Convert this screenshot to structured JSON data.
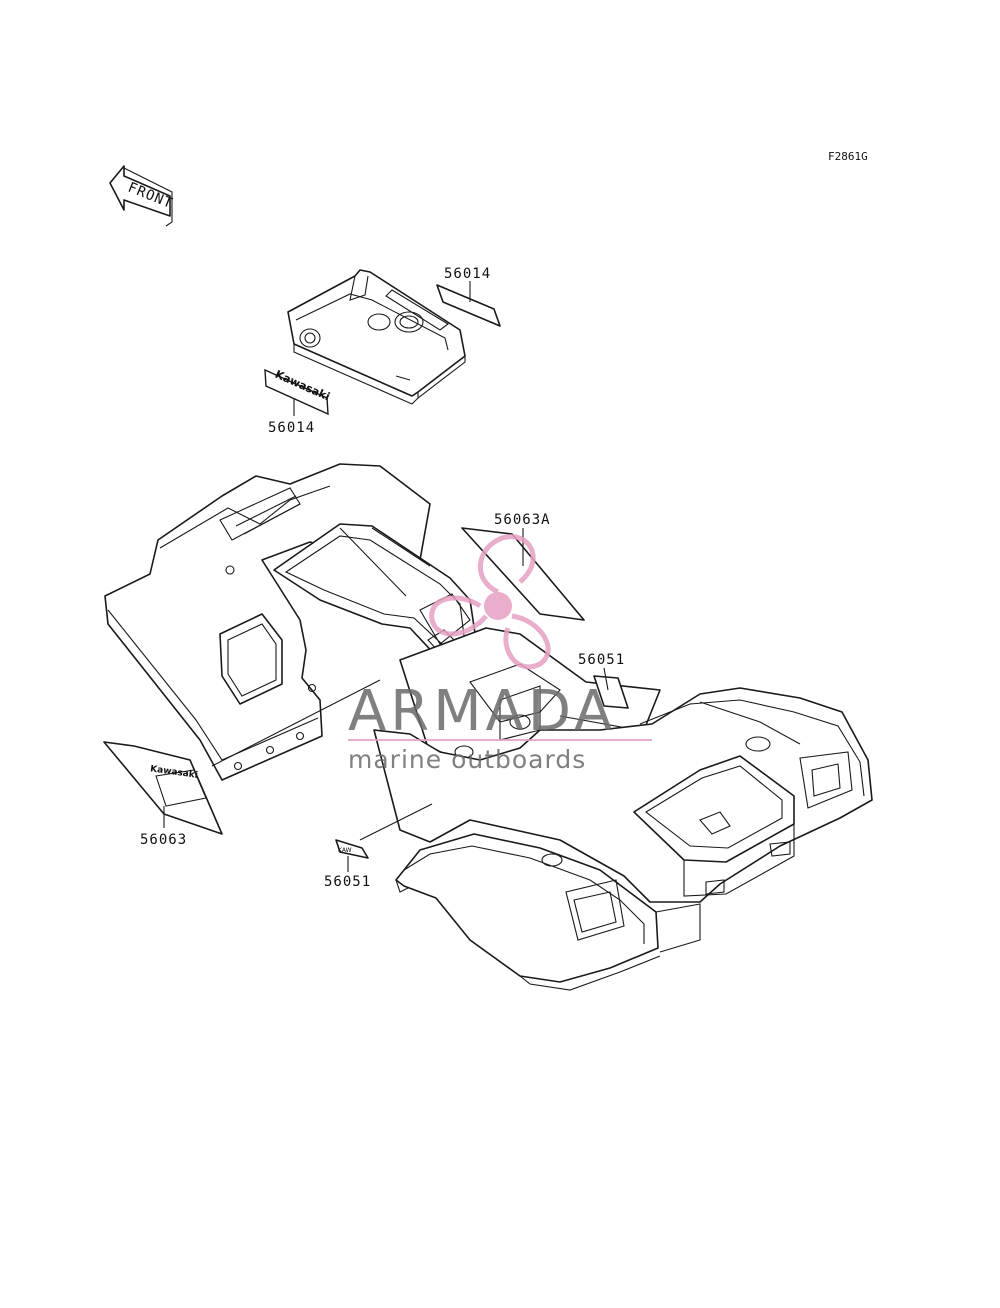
{
  "figure_code": "F2861G",
  "front_arrow_label": "FRONT",
  "callouts": [
    {
      "id": "c1",
      "text": "56014"
    },
    {
      "id": "c2",
      "text": "56014"
    },
    {
      "id": "c3",
      "text": "56063A"
    },
    {
      "id": "c4",
      "text": "56051"
    },
    {
      "id": "c5",
      "text": "56063"
    },
    {
      "id": "c6",
      "text": "56051"
    }
  ],
  "decal_text": {
    "kawasaki_emblem": "Kawasaki",
    "side_decal": "Kawasaki",
    "small_badge": "KAW"
  },
  "watermark": {
    "brand": "ARMADA",
    "tagline": "marine outboards",
    "logo_icon": "propeller-icon",
    "color_logo": "#e4a0c2",
    "color_text": "#6b6b6b"
  }
}
